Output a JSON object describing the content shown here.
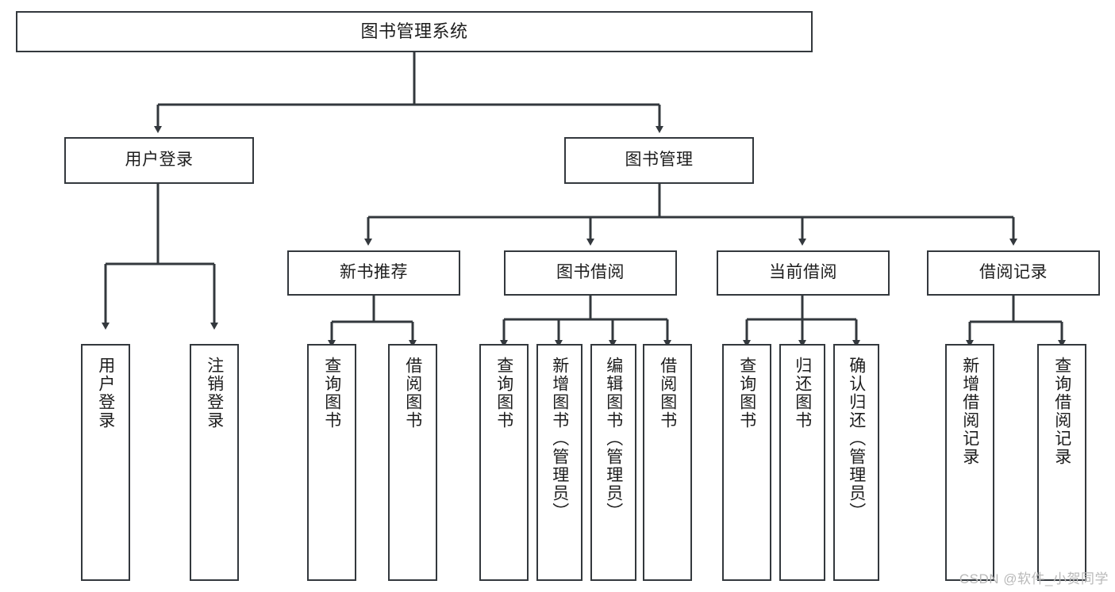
{
  "diagram": {
    "title": "图书管理系统",
    "type": "tree",
    "background": "#ffffff",
    "line_color": "#33383d",
    "text_color": "#1d1d1d"
  },
  "nodes": {
    "root": {
      "label": "图书管理系统"
    },
    "level2": [
      {
        "label": "用户登录"
      },
      {
        "label": "图书管理"
      }
    ],
    "level3": [
      {
        "label": "新书推荐"
      },
      {
        "label": "图书借阅"
      },
      {
        "label": "当前借阅"
      },
      {
        "label": "借阅记录"
      }
    ],
    "leaves": {
      "user_login": [
        {
          "label": "用户登录"
        },
        {
          "label": "注销登录"
        }
      ],
      "new_book_recommend": [
        {
          "label": "查询图书"
        },
        {
          "label": "借阅图书"
        }
      ],
      "book_borrow": [
        {
          "label": "查询图书"
        },
        {
          "label": "新增图书（管理员）"
        },
        {
          "label": "编辑图书（管理员）"
        },
        {
          "label": "借阅图书"
        }
      ],
      "current_borrow": [
        {
          "label": "查询图书"
        },
        {
          "label": "归还图书"
        },
        {
          "label": "确认归还（管理员）"
        }
      ],
      "borrow_record": [
        {
          "label": "新增借阅记录"
        },
        {
          "label": "查询借阅记录"
        }
      ]
    }
  },
  "watermark": {
    "text": "CSDN @软件_小贺同学"
  }
}
